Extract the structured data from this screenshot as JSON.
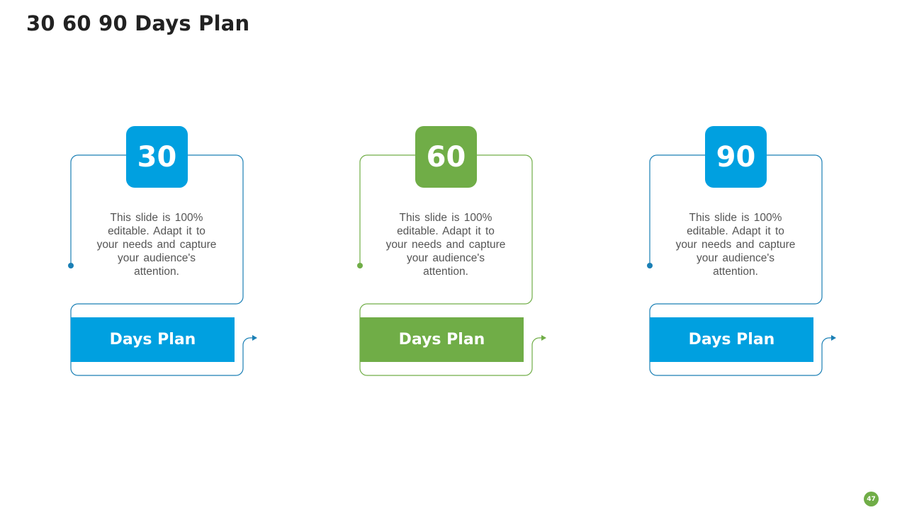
{
  "title": "30 60 90 Days Plan",
  "cards": [
    {
      "number": "30",
      "description": "This slide is 100% editable. Adapt it to your needs and capture your audience's attention.",
      "plan_label": "Days Plan",
      "color": "#00a0e0",
      "line_color": "#1a7fb5"
    },
    {
      "number": "60",
      "description": "This slide is 100% editable. Adapt it to your needs and capture your audience's attention.",
      "plan_label": "Days Plan",
      "color": "#70ad47",
      "line_color": "#70ad47"
    },
    {
      "number": "90",
      "description": "This slide is 100% editable. Adapt it to your needs and capture your audience's attention.",
      "plan_label": "Days Plan",
      "color": "#00a0e0",
      "line_color": "#1a7fb5"
    }
  ],
  "page_number": "47",
  "colors": {
    "title": "#222222",
    "body_text": "#555555",
    "page_badge": "#70ad47"
  }
}
